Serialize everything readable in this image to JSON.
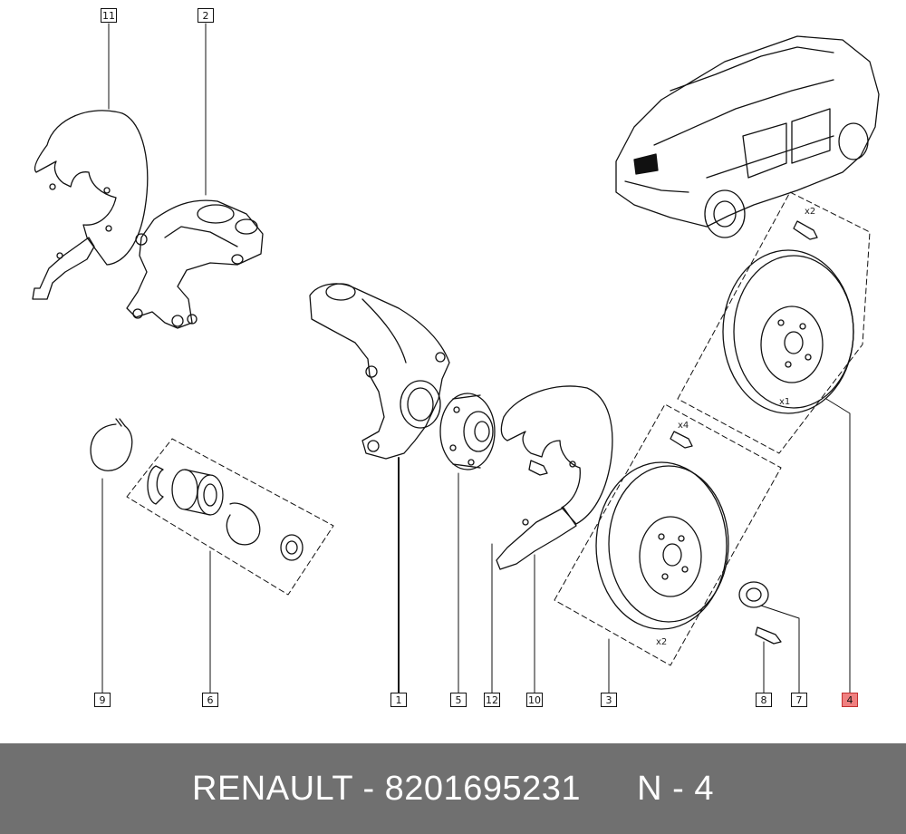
{
  "callouts": [
    "11",
    "2",
    "9",
    "6",
    "1",
    "5",
    "12",
    "10",
    "3",
    "8",
    "7",
    "4"
  ],
  "highlighted_callout": "4",
  "highlight_color": "#f08080",
  "quantities": {
    "screw_top": "x2",
    "disc_top": "x1",
    "screw_mid": "x4",
    "disc_bottom": "x2"
  },
  "footer": {
    "brand": "RENAULT",
    "dash1": "-",
    "part_number": "8201695231",
    "page_code": "N - 4"
  },
  "footer_color": "#707070"
}
